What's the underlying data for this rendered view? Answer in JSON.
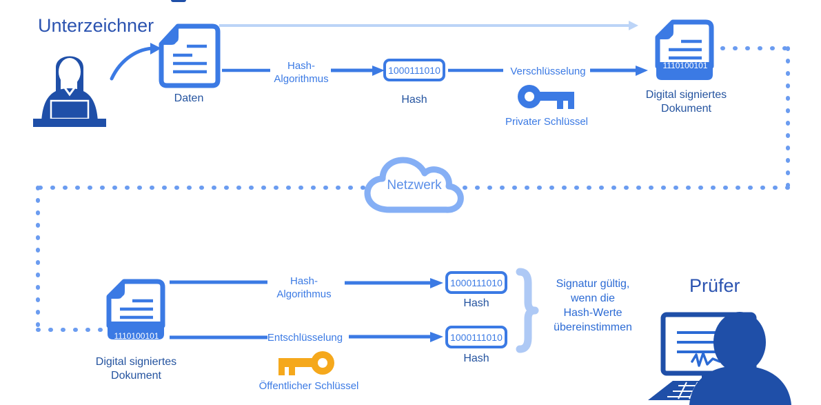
{
  "diagram": {
    "title_signer": "Unterzeichner",
    "title_verifier": "Prüfer",
    "colors": {
      "primary_blue": "#3b7ae4",
      "dark_blue": "#24539f",
      "deep_blue": "#1f4fa8",
      "light_blue": "#bcd4f7",
      "cloud_blue": "#85aff5",
      "key_yellow": "#f5a81c",
      "background": "#ffffff"
    }
  },
  "top_row": {
    "document_caption": "Daten",
    "hash_algorithm_label": "Hash-\nAlgorithmus",
    "hash_value": "1000111010",
    "hash_caption": "Hash",
    "encryption_label": "Verschlüsselung",
    "private_key_label": "Privater Schlüssel",
    "signed_document_value": "1110100101",
    "signed_document_caption": "Digital signiertes\nDokument"
  },
  "network": {
    "label": "Netzwerk"
  },
  "bottom_row": {
    "signed_document_value": "1110100101",
    "signed_document_caption": "Digital signiertes\nDokument",
    "hash_algorithm_label": "Hash-\nAlgorithmus",
    "decryption_label": "Entschlüsselung",
    "public_key_label": "Öffentlicher Schlüssel",
    "hash_value_top": "1000111010",
    "hash_caption_top": "Hash",
    "hash_value_bottom": "1000111010",
    "hash_caption_bottom": "Hash",
    "verification_text": "Signatur gültig,\nwenn die\nHash-Werte\nübereinstimmen"
  },
  "icons": {
    "signer_person": "person-at-laptop-icon",
    "document": "document-with-pen-icon",
    "private_key": "key-icon",
    "public_key": "key-icon",
    "signed_document": "signed-document-icon",
    "cloud": "cloud-icon",
    "verifier_person": "person-at-desktop-icon",
    "brace": "curly-brace-icon",
    "curved_arrow": "curved-arrow-icon"
  }
}
